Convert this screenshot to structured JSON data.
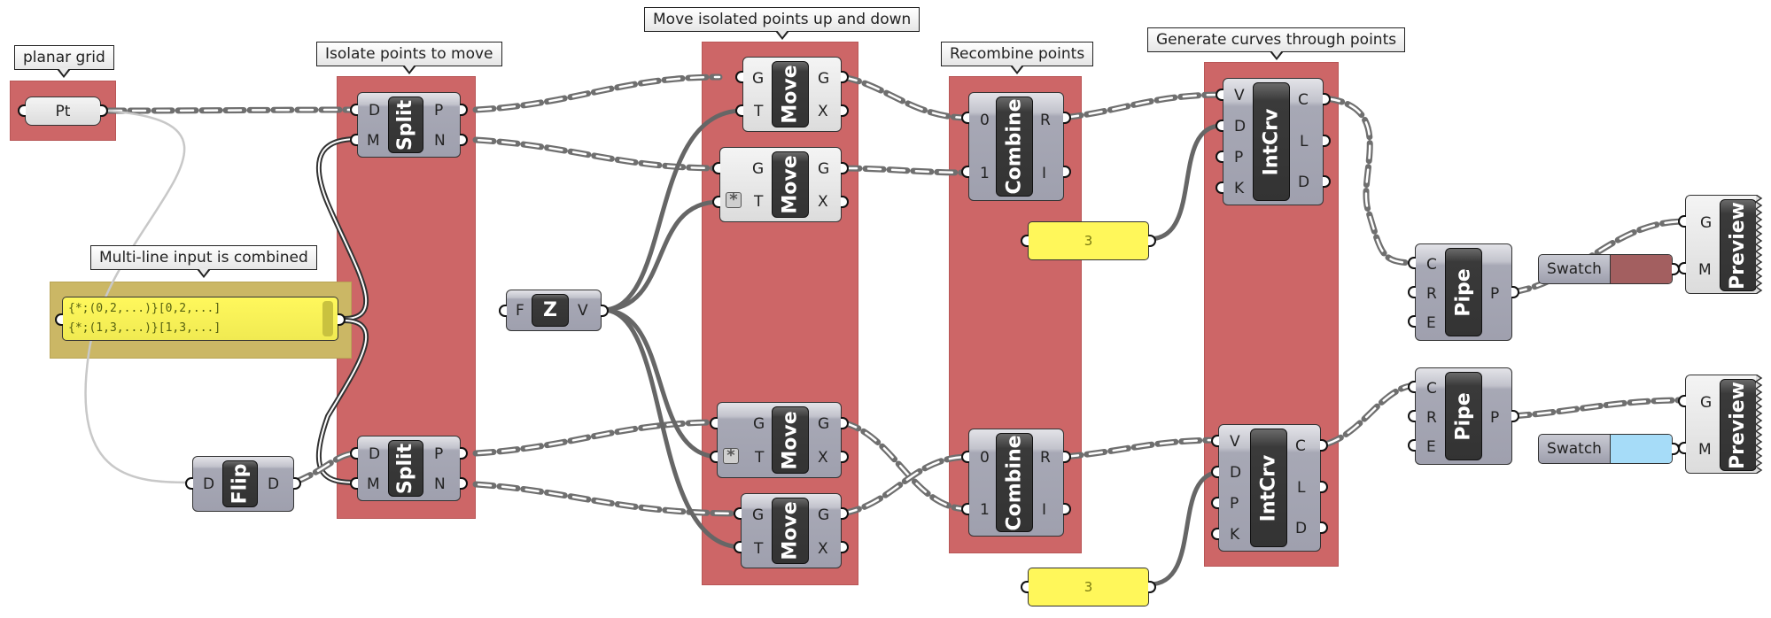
{
  "canvas": {
    "background": "#ffffff",
    "group_color": "#cd6667",
    "panel_color": "#fff75a"
  },
  "annotations": {
    "planar_grid": "planar grid",
    "isolate": "Isolate points to move",
    "move": "Move isolated points up and down",
    "recombine": "Recombine points",
    "generate": "Generate curves through points",
    "multiline": "Multi-line input is combined"
  },
  "components": {
    "pt": {
      "label": "Pt"
    },
    "split_top": {
      "name": "Split",
      "inputs": [
        "D",
        "M"
      ],
      "outputs": [
        "P",
        "N"
      ]
    },
    "split_bottom": {
      "name": "Split",
      "inputs": [
        "D",
        "M"
      ],
      "outputs": [
        "P",
        "N"
      ]
    },
    "flip": {
      "name": "Flip",
      "inputs": [
        "D"
      ],
      "outputs": [
        "D"
      ]
    },
    "unit_z": {
      "name": "Z",
      "inputs": [
        "F"
      ],
      "outputs": [
        "V"
      ]
    },
    "move1": {
      "name": "Move",
      "inputs": [
        "G",
        "T"
      ],
      "outputs": [
        "G",
        "X"
      ]
    },
    "move2": {
      "name": "Move",
      "inputs": [
        "G",
        "T"
      ],
      "outputs": [
        "G",
        "X"
      ],
      "t_flag": "*"
    },
    "move3": {
      "name": "Move",
      "inputs": [
        "G",
        "T"
      ],
      "outputs": [
        "G",
        "X"
      ],
      "t_flag": "*"
    },
    "move4": {
      "name": "Move",
      "inputs": [
        "G",
        "T"
      ],
      "outputs": [
        "G",
        "X"
      ]
    },
    "combine_top": {
      "name": "Combine",
      "inputs": [
        "0",
        "1"
      ],
      "outputs": [
        "R",
        "I"
      ]
    },
    "combine_bottom": {
      "name": "Combine",
      "inputs": [
        "0",
        "1"
      ],
      "outputs": [
        "R",
        "I"
      ]
    },
    "intcrv_top": {
      "name": "IntCrv",
      "inputs": [
        "V",
        "D",
        "P",
        "K"
      ],
      "outputs": [
        "C",
        "L",
        "D"
      ]
    },
    "intcrv_bottom": {
      "name": "IntCrv",
      "inputs": [
        "V",
        "D",
        "P",
        "K"
      ],
      "outputs": [
        "C",
        "L",
        "D"
      ]
    },
    "pipe_top": {
      "name": "Pipe",
      "inputs": [
        "C",
        "R",
        "E"
      ],
      "outputs": [
        "P"
      ]
    },
    "pipe_bottom": {
      "name": "Pipe",
      "inputs": [
        "C",
        "R",
        "E"
      ],
      "outputs": [
        "P"
      ]
    },
    "preview_top": {
      "name": "Preview",
      "inputs": [
        "G",
        "M"
      ]
    },
    "preview_bottom": {
      "name": "Preview",
      "inputs": [
        "G",
        "M"
      ]
    },
    "swatch_top": {
      "label": "Swatch",
      "color": "#a35f60"
    },
    "swatch_bottom": {
      "label": "Swatch",
      "color": "#a6dcf8"
    },
    "degree_top": {
      "value": "3"
    },
    "degree_bottom": {
      "value": "3"
    },
    "pattern_panel": {
      "lines": [
        "{*;(0,2,...)}[0,2,...]",
        "{*;(1,3,...)}[1,3,...]"
      ]
    }
  }
}
